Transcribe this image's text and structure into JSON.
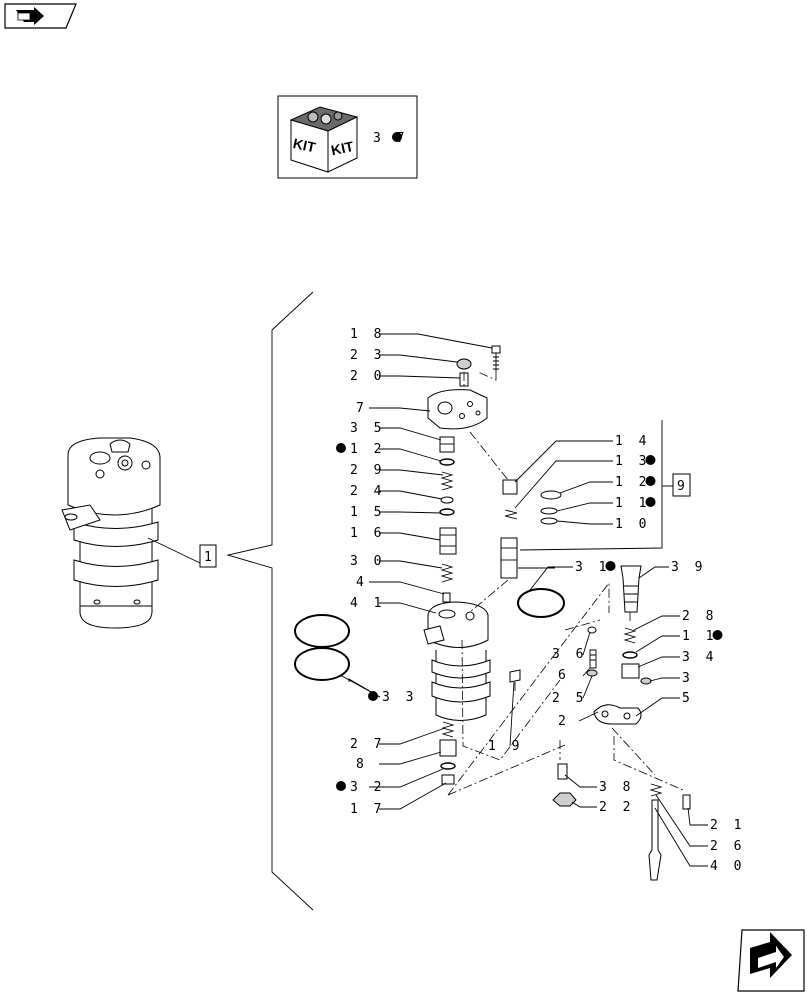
{
  "nav": {
    "prev_icon": "page-back-icon",
    "next_icon": "next-page-icon"
  },
  "kit": {
    "box_text_a": "KIT",
    "box_text_b": "KIT",
    "ref": "3 7"
  },
  "assembly_ref": "1",
  "group_ref": "9",
  "callouts": [
    {
      "id": "c18",
      "text": "1 8",
      "bullet": false
    },
    {
      "id": "c23",
      "text": "2 3",
      "bullet": false
    },
    {
      "id": "c20",
      "text": "2 0",
      "bullet": false
    },
    {
      "id": "c7",
      "text": "7",
      "bullet": false
    },
    {
      "id": "c35",
      "text": "3 5",
      "bullet": false
    },
    {
      "id": "c12a",
      "text": "1 2",
      "bullet": true
    },
    {
      "id": "c29",
      "text": "2 9",
      "bullet": false
    },
    {
      "id": "c24",
      "text": "2 4",
      "bullet": false
    },
    {
      "id": "c15",
      "text": "1 5",
      "bullet": false
    },
    {
      "id": "c16",
      "text": "1 6",
      "bullet": false
    },
    {
      "id": "c30",
      "text": "3 0",
      "bullet": false
    },
    {
      "id": "c4",
      "text": "4",
      "bullet": false
    },
    {
      "id": "c41",
      "text": "4 1",
      "bullet": false
    },
    {
      "id": "c14",
      "text": "1 4",
      "bullet": false
    },
    {
      "id": "c13",
      "text": "1 3",
      "bullet": true
    },
    {
      "id": "c12b",
      "text": "1 2",
      "bullet": true
    },
    {
      "id": "c11a",
      "text": "1 1",
      "bullet": true
    },
    {
      "id": "c10",
      "text": "1 0",
      "bullet": false
    },
    {
      "id": "c31",
      "text": "3 1",
      "bullet": true
    },
    {
      "id": "c39",
      "text": "3 9",
      "bullet": false
    },
    {
      "id": "c28",
      "text": "2 8",
      "bullet": false
    },
    {
      "id": "c11b",
      "text": "1 1",
      "bullet": true
    },
    {
      "id": "c34",
      "text": "3 4",
      "bullet": false
    },
    {
      "id": "c3",
      "text": "3",
      "bullet": false
    },
    {
      "id": "c5",
      "text": "5",
      "bullet": false
    },
    {
      "id": "c36",
      "text": "3 6",
      "bullet": false
    },
    {
      "id": "c6",
      "text": "6",
      "bullet": false
    },
    {
      "id": "c25",
      "text": "2 5",
      "bullet": false
    },
    {
      "id": "c2",
      "text": "2",
      "bullet": false
    },
    {
      "id": "c33",
      "text": "3 3",
      "bullet": true
    },
    {
      "id": "c19",
      "text": "1 9",
      "bullet": false
    },
    {
      "id": "c27",
      "text": "2 7",
      "bullet": false
    },
    {
      "id": "c8",
      "text": "8",
      "bullet": false
    },
    {
      "id": "c32",
      "text": "3 2",
      "bullet": true
    },
    {
      "id": "c17",
      "text": "1 7",
      "bullet": false
    },
    {
      "id": "c38",
      "text": "3 8",
      "bullet": false
    },
    {
      "id": "c22",
      "text": "2 2",
      "bullet": false
    },
    {
      "id": "c21",
      "text": "2 1",
      "bullet": false
    },
    {
      "id": "c26",
      "text": "2 6",
      "bullet": false
    },
    {
      "id": "c40",
      "text": "4 0",
      "bullet": false
    }
  ]
}
